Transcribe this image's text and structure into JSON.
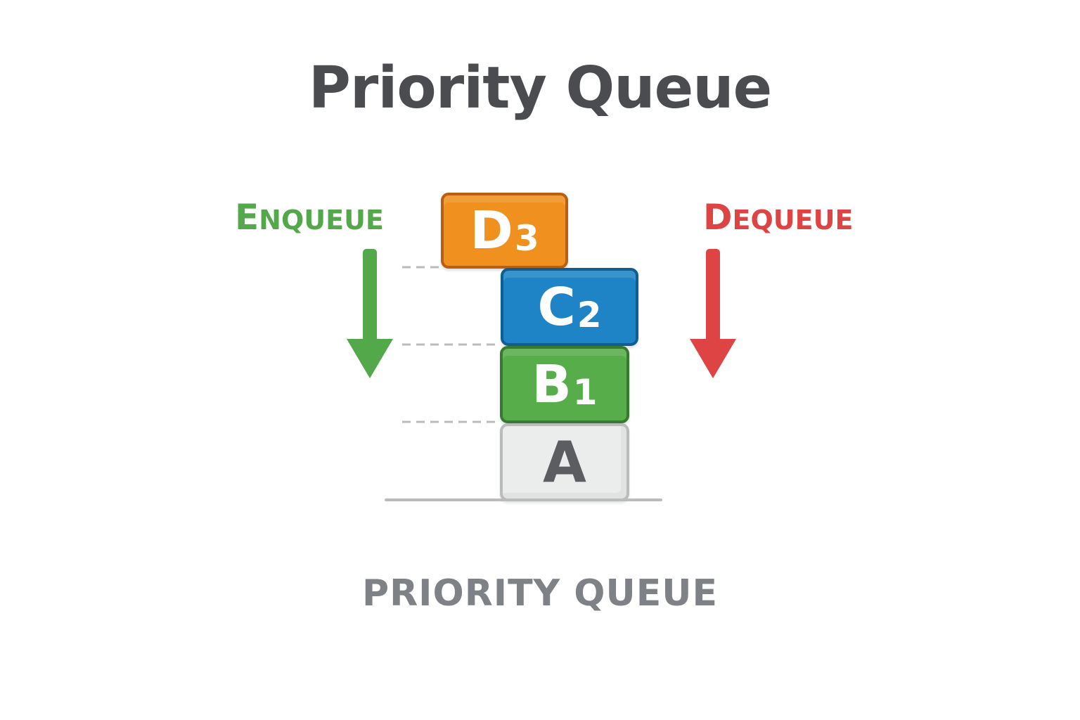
{
  "title": "Priority Queue",
  "enqueue": {
    "label_initial": "E",
    "label_rest": "NQUEUE",
    "color": "#53a94a"
  },
  "dequeue": {
    "label_initial": "D",
    "label_rest": "EQUEUE",
    "color": "#dd4443"
  },
  "blocks": [
    {
      "letter": "D",
      "priority": "3",
      "color": "#f0901f"
    },
    {
      "letter": "C",
      "priority": "2",
      "color": "#1e84c6"
    },
    {
      "letter": "B",
      "priority": "1",
      "color": "#57ad4a"
    },
    {
      "letter": "A",
      "priority": "",
      "color": "#ebecec"
    }
  ],
  "footer": "PRIORITY QUEUE"
}
